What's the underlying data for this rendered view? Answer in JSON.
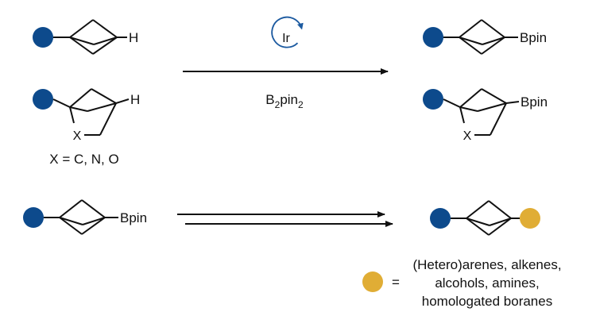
{
  "colors": {
    "substituent_blue": "#0d4a8c",
    "coupling_gold": "#e0ad35",
    "ir_catalyst": "#1c5aa0",
    "line": "#111111"
  },
  "labels": {
    "h1": "H",
    "h2": "H",
    "x_atom_reactant": "X",
    "x_atom_product": "X",
    "x_definition": "X = C, N, O",
    "bpin1": "Bpin",
    "bpin2": "Bpin",
    "bpin3": "Bpin",
    "catalyst": "Ir",
    "reagent_base": "B",
    "reagent_sub": "2",
    "reagent_mid": "pin",
    "reagent_sub2": "2",
    "equals": "=",
    "legend_line1": "(Hetero)arenes, alkenes,",
    "legend_line2": "alcohols, amines,",
    "legend_line3": "homologated boranes"
  },
  "icons": {
    "catalyst_cycle": "circular-arrow-icon"
  }
}
